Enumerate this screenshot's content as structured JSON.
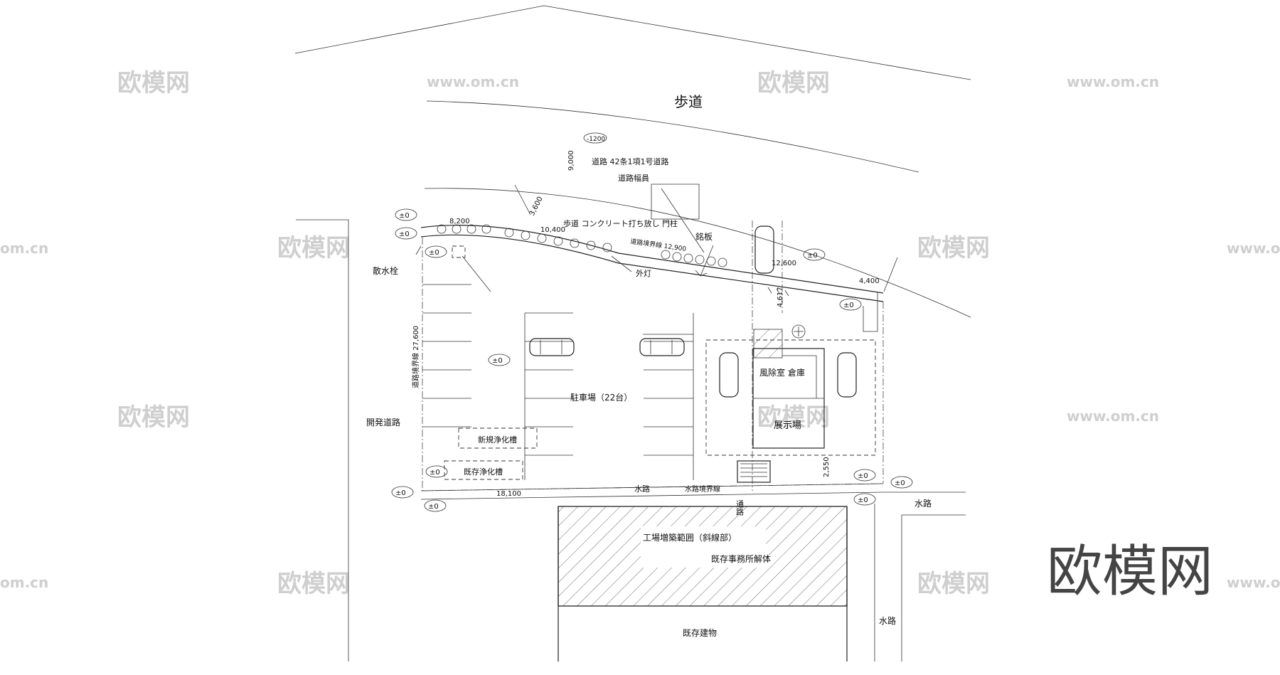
{
  "labels": {
    "sidewalk_top": "歩道",
    "level_1200": "-1200",
    "dim_9000": "9,000",
    "road_type": "道路 42条1項1号道路",
    "road_width": "道路幅員",
    "dim_3600": "3,600",
    "dim_8200": "8,200",
    "sidewalk_gate": "歩道 コンクリート打ち放し 門柱",
    "dim_10400": "10,400",
    "road_boundary_top": "道路境界線 12,900",
    "nameplate": "銘板",
    "dim_12600": "12,600",
    "dim_4400": "4,400",
    "hydrant": "散水栓",
    "outdoor_light": "外灯",
    "dim_4617": "4,617",
    "road_boundary_left": "道路境界線 27,600",
    "parking": "駐車場（22台）",
    "windbreak_room": "風除室",
    "storage": "倉庫",
    "showroom": "展示場",
    "dev_road": "開発道路",
    "new_septic": "新規浄化槽",
    "existing_septic": "既存浄化槽",
    "dim_2550": "2,550",
    "dim_18100": "18,100",
    "waterway": "水路",
    "waterway_boundary": "水路境界線",
    "passage": "通路",
    "waterway_right": "水路",
    "extension_area": "工場増築範囲（斜線部）",
    "demolition": "既存事務所解体",
    "existing_building": "既存建物",
    "waterway_right2": "水路"
  },
  "level_marks": [
    "±0",
    "±0",
    "±0",
    "±0",
    "±0",
    "±0",
    "±0",
    "±0",
    "±0",
    "±0",
    "±0",
    "±0"
  ],
  "watermarks": {
    "logo": "欧模网",
    "url": "www.om.cn",
    "url_partial": "om.cn"
  }
}
